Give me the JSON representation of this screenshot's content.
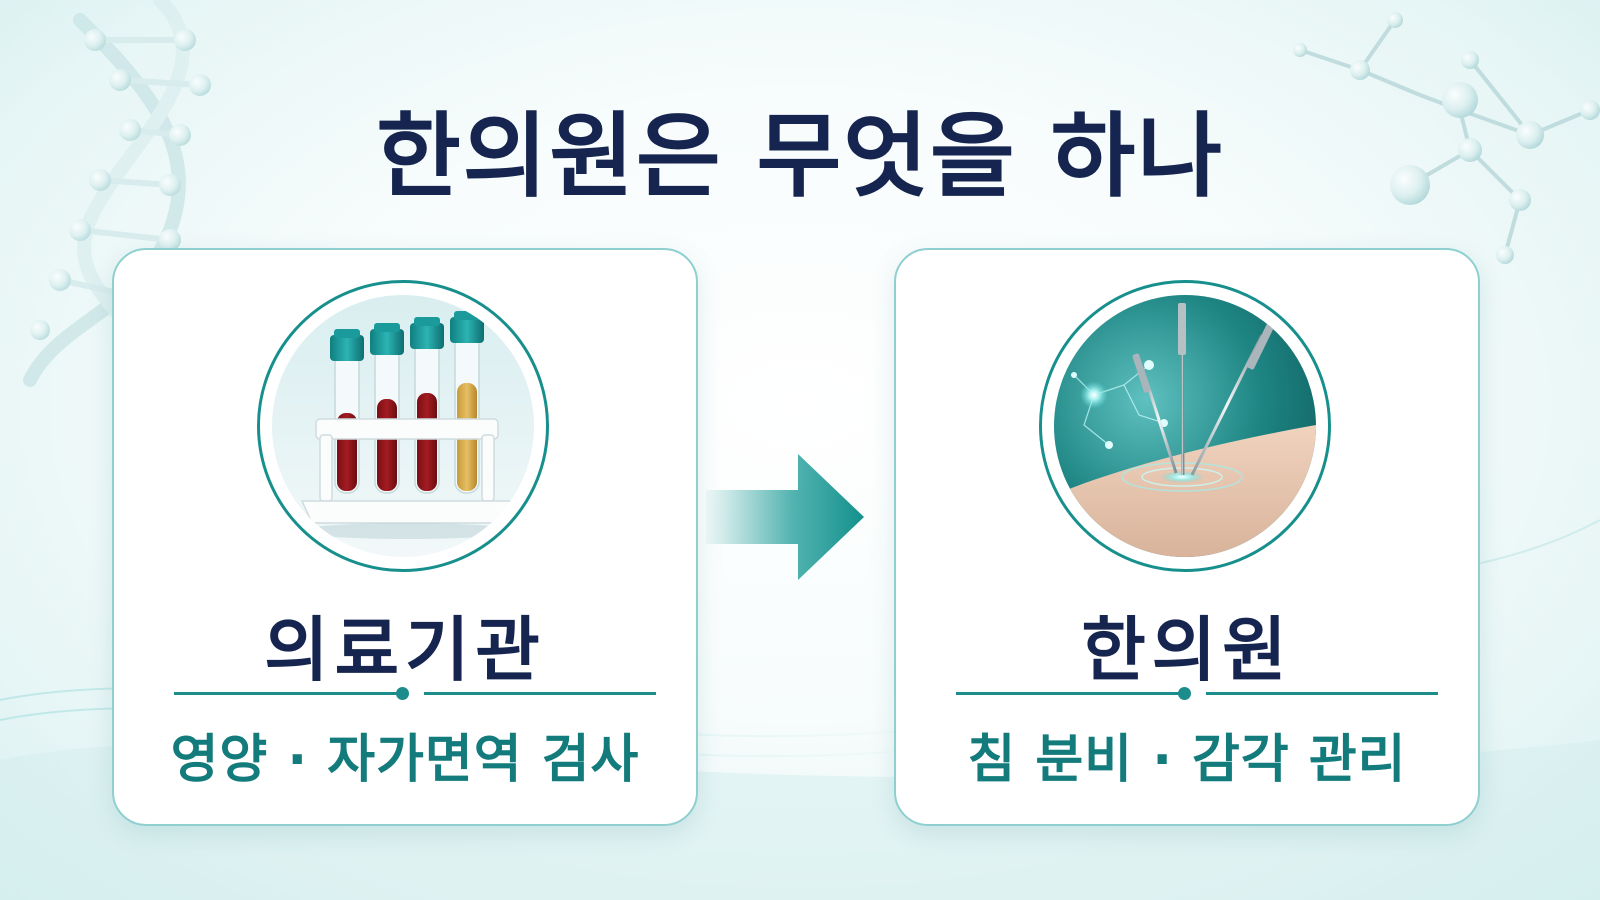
{
  "title": "한의원은 무엇을 하나",
  "background": {
    "primary_color": "#16254f",
    "accent_color": "#1a8f8c"
  },
  "flow_arrow": {
    "icon": "right-arrow-icon"
  },
  "cards": [
    {
      "title": "의료기관",
      "subtitle": "영양 · 자가면역 검사",
      "image": "blood-test-tubes-image"
    },
    {
      "title": "한의원",
      "subtitle": "침 분비 · 감각 관리",
      "image": "acupuncture-needles-image"
    }
  ]
}
